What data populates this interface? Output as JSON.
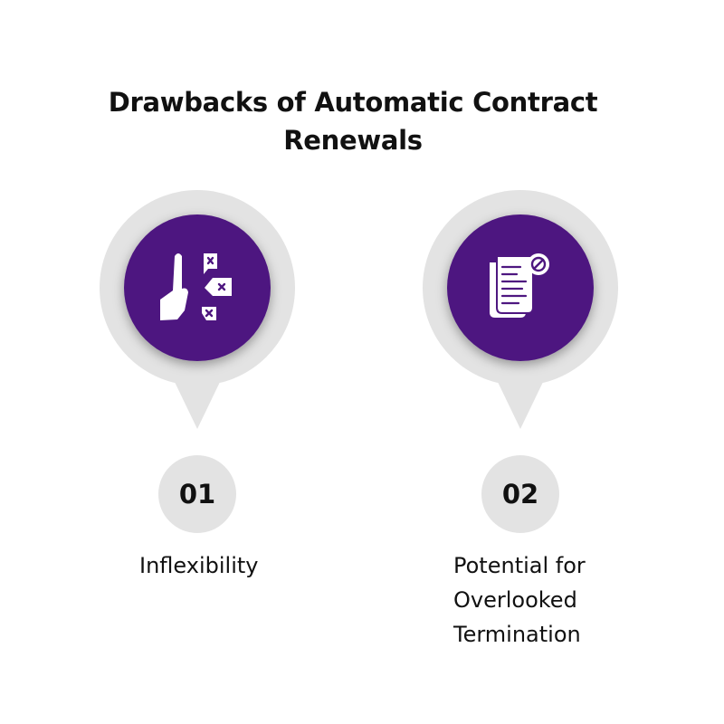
{
  "title": "Drawbacks of Automatic Contract Renewals",
  "colors": {
    "accent": "#4e1780",
    "pin": "#e3e3e3",
    "icon": "#ffffff",
    "text": "#111111"
  },
  "items": [
    {
      "number": "01",
      "label": "Inflexibility",
      "icon": "rejection-hand-icon"
    },
    {
      "number": "02",
      "label": "Potential for Overlooked Termination",
      "icon": "cancelled-document-icon"
    }
  ]
}
